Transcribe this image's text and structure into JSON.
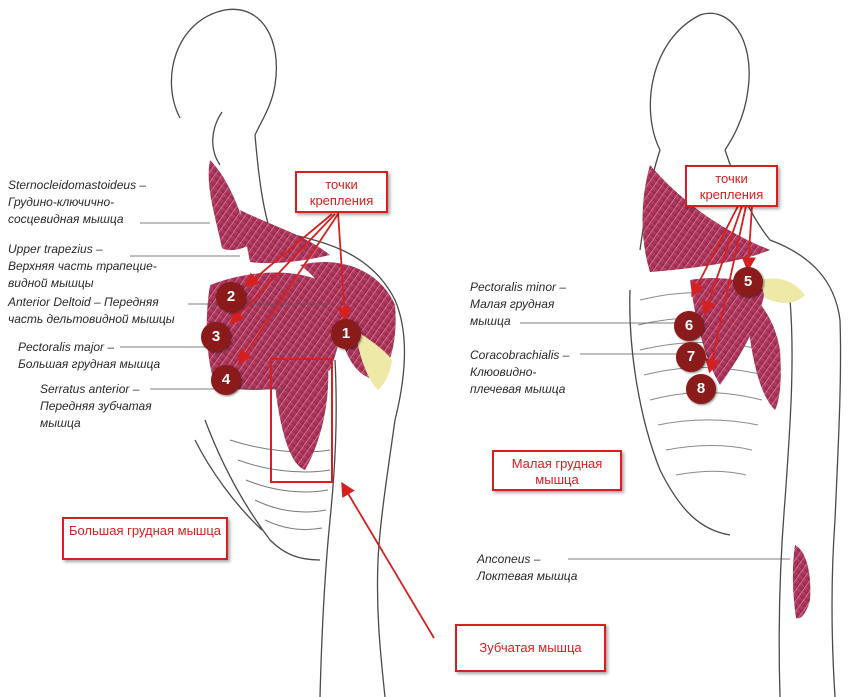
{
  "left_labels": [
    {
      "en": "Sternocleidomastoideus –",
      "ru1": "Грудино-ключично-",
      "ru2": "сосцевидная мышца"
    },
    {
      "en": "Upper trapezius –",
      "ru1": "Верхняя часть трапецие-",
      "ru2": "видной мышцы"
    },
    {
      "en": "Anterior Deltoid – Передняя",
      "ru1": "часть дельтовидной мышцы",
      "ru2": ""
    },
    {
      "en": "Pectoralis major –",
      "ru1": "Большая грудная мышца",
      "ru2": ""
    },
    {
      "en": "Serratus anterior –",
      "ru1": "Передняя зубчатая",
      "ru2": "мышца"
    }
  ],
  "right_labels": [
    {
      "en": "Pectoralis minor –",
      "ru1": "Малая грудная",
      "ru2": "мышца"
    },
    {
      "en": "Coracobrachialis –",
      "ru1": "Клюовидно-",
      "ru2": "плечевая мышца"
    },
    {
      "en": "Anconeus –",
      "ru1": "Локтевая мышца",
      "ru2": ""
    }
  ],
  "callouts": {
    "attach_left": "точки крепления",
    "attach_right": "точки крепления",
    "pec_major": "Большая грудная мышца",
    "pec_minor": "Малая грудная мышца",
    "serratus": "Зубчатая мышца"
  },
  "markers": [
    "1",
    "2",
    "3",
    "4",
    "5",
    "6",
    "7",
    "8"
  ],
  "colors": {
    "muscle": "#b0305a",
    "accent_red": "#d62020",
    "marker": "#8b1a1a",
    "tendon": "#eee9a6"
  }
}
